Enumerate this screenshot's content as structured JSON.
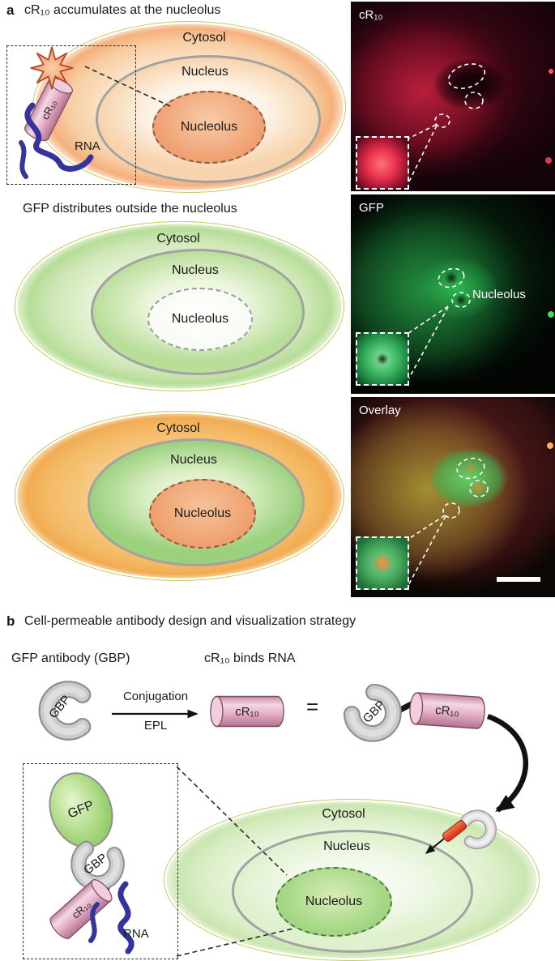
{
  "colors": {
    "membrane": "#c9c96a",
    "nucleus-border": "#a2a2a2",
    "orange-fill": "#f5b381",
    "orange-deep": "#ef9b68",
    "green-fill": "#aed792",
    "green-deep": "#8cc873",
    "yellow-fill": "#f4bc6a",
    "pink-body": "#e9bdd0",
    "pink-edge": "#7e4a62",
    "rna-blue": "#34349c",
    "gbp-gray": "#cbcbcb",
    "gbp-edge": "#8f8f8f",
    "red-rod": "#dd3318",
    "ink": "#1a1a1a"
  },
  "panel_a": {
    "label": "a",
    "title": "cR₁₀ accumulates at the nucleolus",
    "subtitle_gfp": "GFP distributes outside the nucleolus",
    "cell1": {
      "cytosol": "Cytosol",
      "nucleus": "Nucleus",
      "nucleolus": "Nucleolus"
    },
    "cell2": {
      "cytosol": "Cytosol",
      "nucleus": "Nucleus",
      "nucleolus": "Nucleolus"
    },
    "cell3": {
      "cytosol": "Cytosol",
      "nucleus": "Nucleus",
      "nucleolus": "Nucleolus"
    },
    "inset": {
      "cr10": "cR₁₀",
      "rna": "RNA"
    },
    "micrographs": {
      "cr10": {
        "label": "cR₁₀"
      },
      "gfp": {
        "label": "GFP",
        "annotation": "Nucleolus"
      },
      "overlay": {
        "label": "Overlay"
      }
    }
  },
  "panel_b": {
    "label": "b",
    "title": "Cell-permeable antibody design and visualization strategy",
    "gbp_heading": "GFP antibody (GBP)",
    "cr10_heading": "cR₁₀ binds RNA",
    "arrow_label_top": "Conjugation",
    "arrow_label_bottom": "EPL",
    "equals": "=",
    "gbp": "GBP",
    "cr10": "cR₁₀",
    "cell": {
      "cytosol": "Cytosol",
      "nucleus": "Nucleus",
      "nucleolus": "Nucleolus"
    },
    "inset": {
      "gfp": "GFP",
      "gbp": "GBP",
      "cr10": "cR₁₀",
      "rna": "RNA"
    }
  }
}
